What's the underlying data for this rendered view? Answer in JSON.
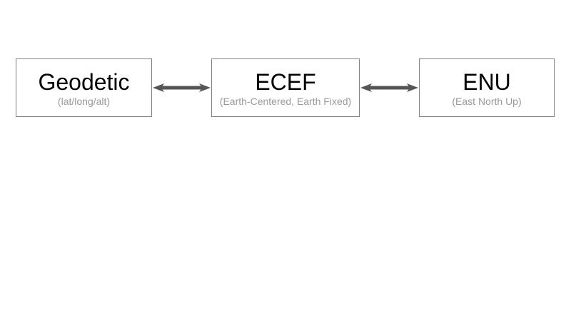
{
  "diagram": {
    "boxes": [
      {
        "title": "Geodetic",
        "subtitle": "(lat/long/alt)"
      },
      {
        "title": "ECEF",
        "subtitle": "(Earth-Centered, Earth Fixed)"
      },
      {
        "title": "ENU",
        "subtitle": "(East North Up)"
      }
    ],
    "connectors": [
      {
        "type": "double-arrow",
        "from": "Geodetic",
        "to": "ECEF"
      },
      {
        "type": "double-arrow",
        "from": "ECEF",
        "to": "ENU"
      }
    ],
    "colors": {
      "box_border": "#808080",
      "box_fill": "#ffffff",
      "title_text": "#000000",
      "subtitle_text": "#999999",
      "arrow": "#555555",
      "background": "#ffffff"
    }
  }
}
